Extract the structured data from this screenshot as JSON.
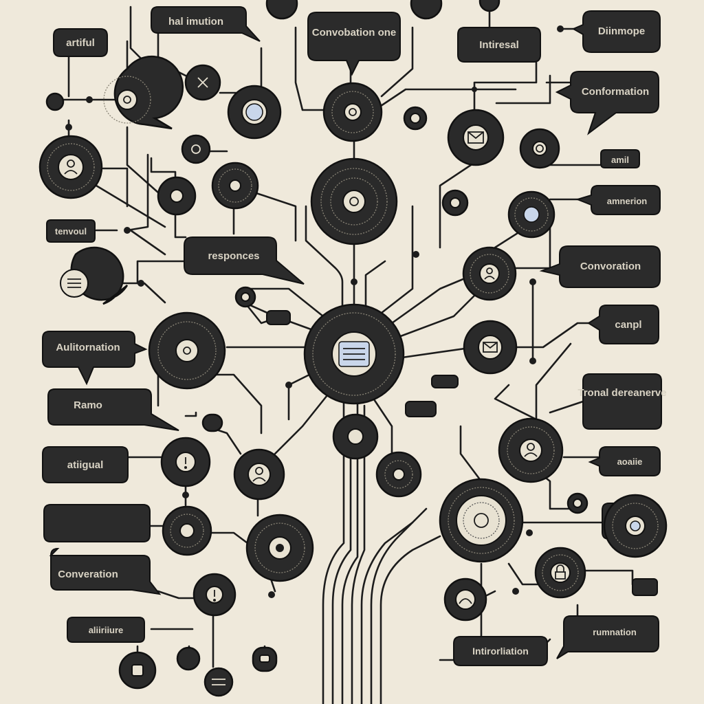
{
  "labels": {
    "artiful": "artiful",
    "hal_imution": "hal imution",
    "convobation_one": "Convobation one",
    "intiresal": "Intiresal",
    "diinmope": "Diinmope",
    "conformation": "Conformation",
    "amil": "amil",
    "amnerion": "amnerion",
    "tenvoul": "tenvoul",
    "responces": "responces",
    "convoration_right": "Convoration",
    "canpl": "canpl",
    "aulitornation": "Aulitornation",
    "ramo": "Ramo",
    "tronal_dereanerve": "Tronal dereanerve",
    "atiigual": "atiigual",
    "aoaiie": "aoaiie",
    "converation": "Converation",
    "aliiriiure": "aliiriiure",
    "rumnation": "rumnation",
    "intiroriiation": "Intirorliation"
  },
  "colors": {
    "background": "#efe9db",
    "ink": "#1c1c1c",
    "bubble": "#2b2b2b",
    "accent": "#c9d6ea"
  },
  "icons": {
    "center_node": "document-lines-icon",
    "top_center": "target-icon",
    "mail": "envelope-icon",
    "user": "person-icon",
    "lock": "padlock-icon",
    "chat": "speech-bubble-icon",
    "close": "x-icon",
    "gear": "gear-icon",
    "alert": "exclamation-icon"
  }
}
